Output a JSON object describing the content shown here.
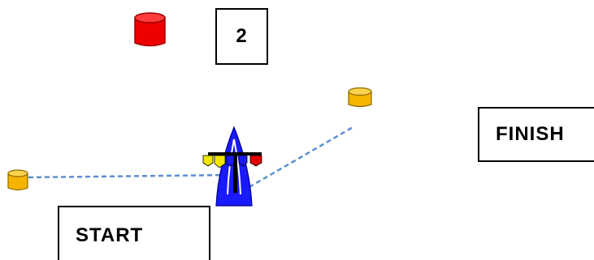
{
  "diagram": {
    "mark_number": "2",
    "finish_label": "FINISH",
    "start_label": "START"
  },
  "colors": {
    "rounding_mark": "#ee0000",
    "line_buoys": "#f5b400",
    "boat_hull": "#1a1aff",
    "course_lines": "#5b8fd0",
    "flag_yellow": "#f2e600",
    "flag_red": "#e00000",
    "flag_blue": "#1a1aff"
  },
  "icons": {
    "rounding_mark": "red-cylinder-buoy-icon",
    "buoys": "orange-cylinder-buoy-icon",
    "boat": "sailboat-icon"
  }
}
